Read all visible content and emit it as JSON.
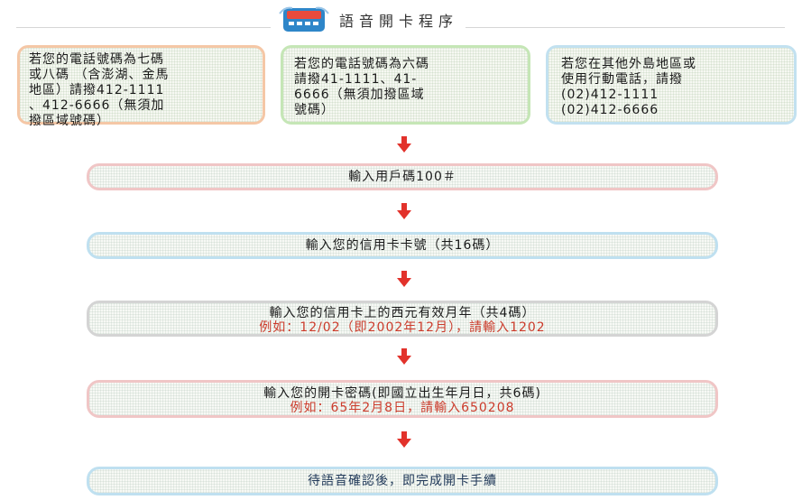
{
  "header": {
    "title": "語音開卡程序",
    "icon": "telephone-icon",
    "colors": {
      "phone_body": "#2e86c9",
      "phone_screen": "#e94b3c"
    }
  },
  "dial_options": [
    {
      "lines": [
        "若您的電話號碼為七碼",
        "或八碼 （含澎湖、金馬",
        "地區）請撥412-1111",
        "、412-6666（無須加",
        "撥區域號碼）"
      ],
      "border_color": "#f5c7a6"
    },
    {
      "lines": [
        "若您的電話號碼為六碼",
        "請撥41-1111、41-",
        "6666（無須加撥區域",
        "號碼）"
      ],
      "border_color": "#c5e6b6"
    },
    {
      "lines": [
        "若您在其他外島地區或",
        "使用行動電話，請撥",
        "(02)412-1111",
        "(02)412-6666"
      ],
      "border_color": "#c2e1f0"
    }
  ],
  "steps": [
    {
      "text": "輸入用戶碼100＃"
    },
    {
      "text": "輸入您的信用卡卡號（共16碼）"
    },
    {
      "text": "輸入您的信用卡上的西元有效月年（共4碼）",
      "example": "例如：12/02（即2002年12月），請輸入1202"
    },
    {
      "text": "輸入您的開卡密碼(即國立出生年月日，共6碼)",
      "example": "例如：65年2月8日，請輸入650208"
    },
    {
      "text": "待語音確認後，即完成開卡手續"
    }
  ],
  "arrow_icon": "down-arrow-icon",
  "colors": {
    "arrow": "#e2322b",
    "example_text": "#cc3b2b",
    "final_text": "#223a5a"
  }
}
